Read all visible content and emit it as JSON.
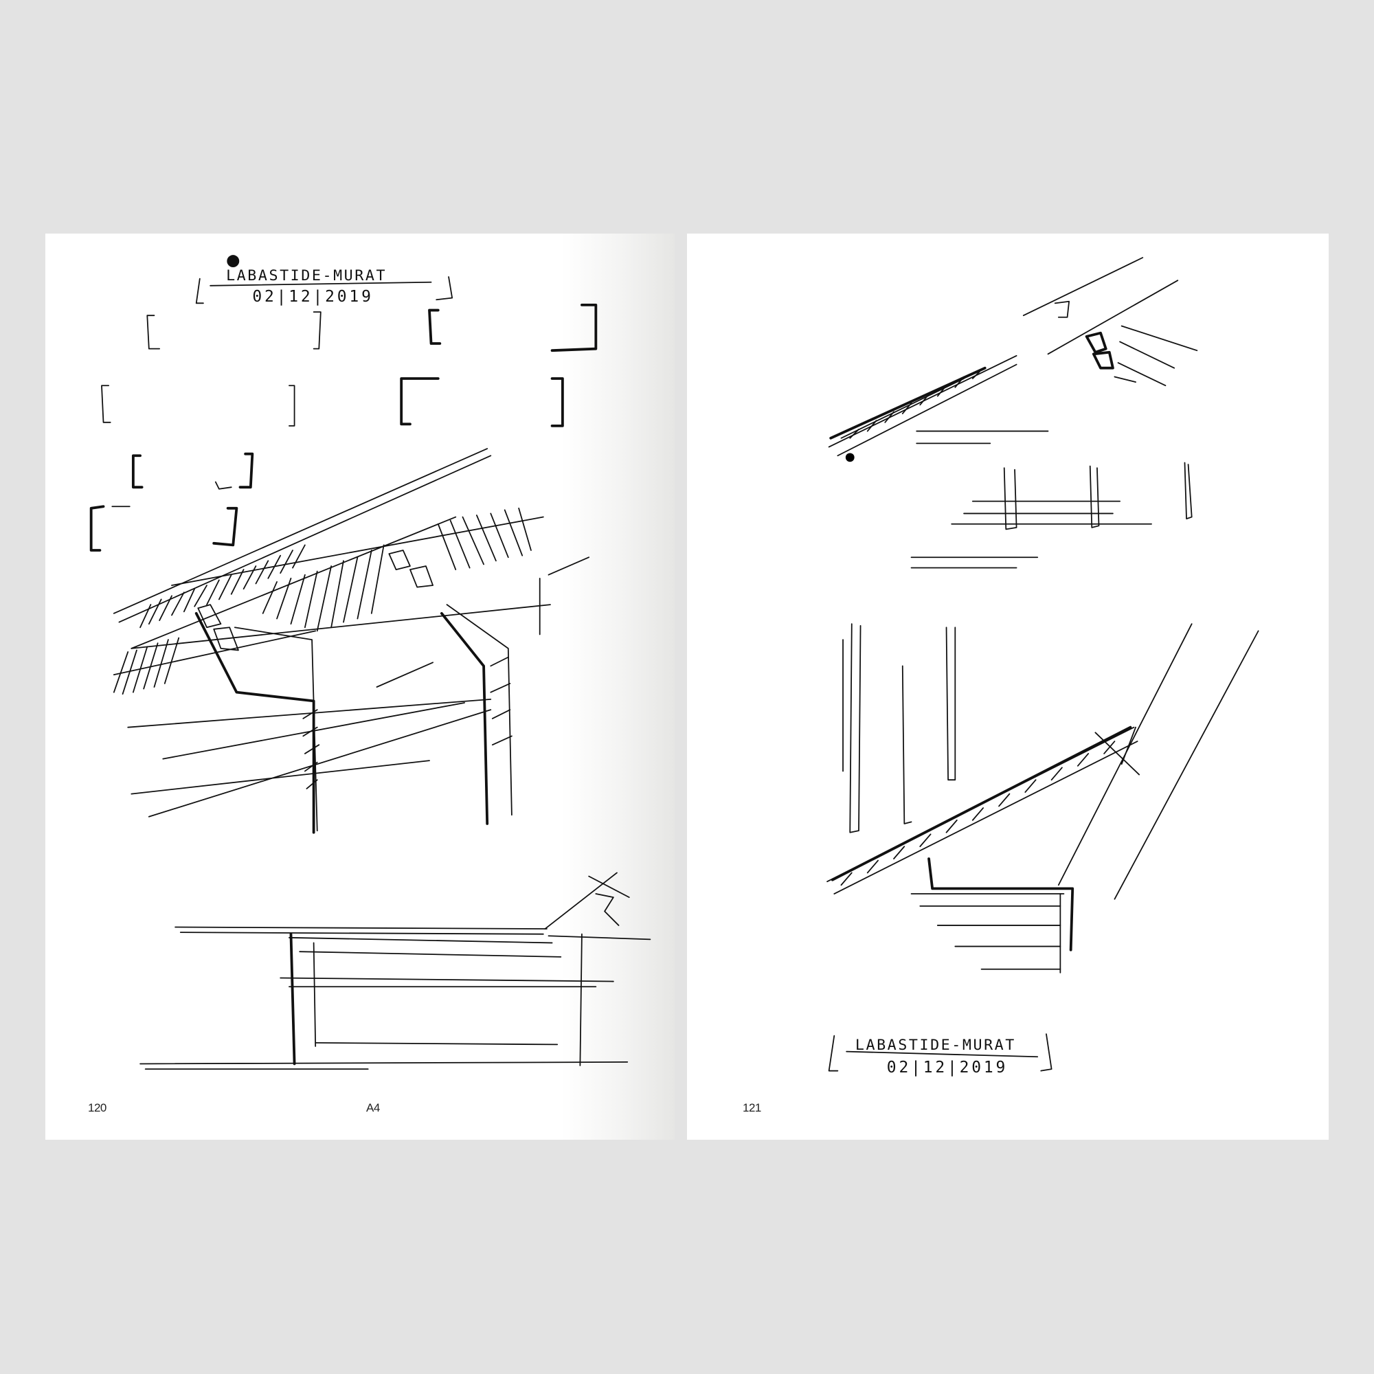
{
  "spread": {
    "left_page": {
      "page_number": "120",
      "section_label": "A4",
      "sketch_caption": {
        "place": "LABASTIDE-MURAT",
        "date": "02|12|2019"
      }
    },
    "right_page": {
      "page_number": "121",
      "sketch_caption": {
        "place": "LABASTIDE-MURAT",
        "date": "02|12|2019"
      }
    }
  },
  "colors": {
    "background": "#e3e3e3",
    "page": "#ffffff",
    "ink": "#111111"
  }
}
